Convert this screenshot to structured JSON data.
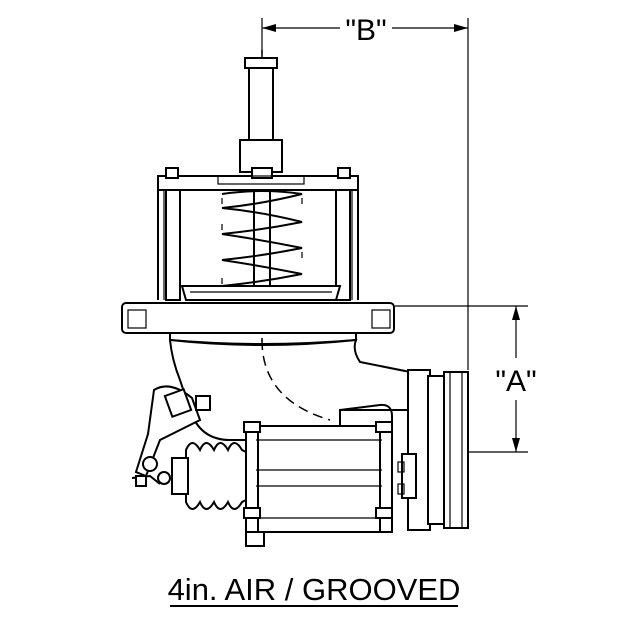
{
  "dimensions": {
    "b_label": "\"B\"",
    "a_label": "\"A\""
  },
  "caption": "4in. AIR / GROOVED"
}
